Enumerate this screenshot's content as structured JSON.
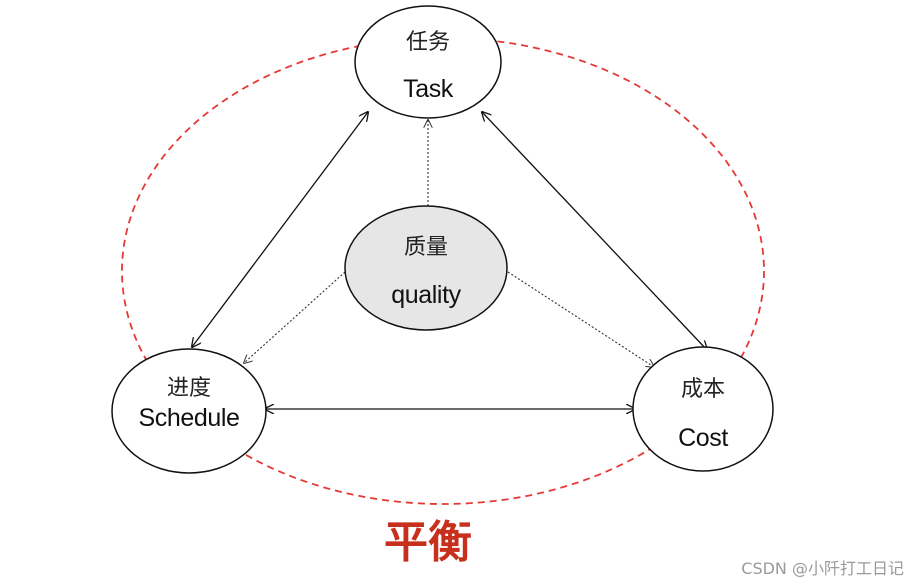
{
  "nodes": {
    "task": {
      "cn": "任务",
      "en": "Task"
    },
    "quality": {
      "cn": "质量",
      "en": "quality"
    },
    "schedule": {
      "cn": "进度",
      "en": "Schedule"
    },
    "cost": {
      "cn": "成本",
      "en": "Cost"
    }
  },
  "balance_label": "平衡",
  "watermark": "CSDN @小阡打工日记",
  "colors": {
    "balance": "#c8301e",
    "dashed_ellipse": "#e53935",
    "quality_fill": "#e6e6e6",
    "node_stroke": "#111111"
  }
}
